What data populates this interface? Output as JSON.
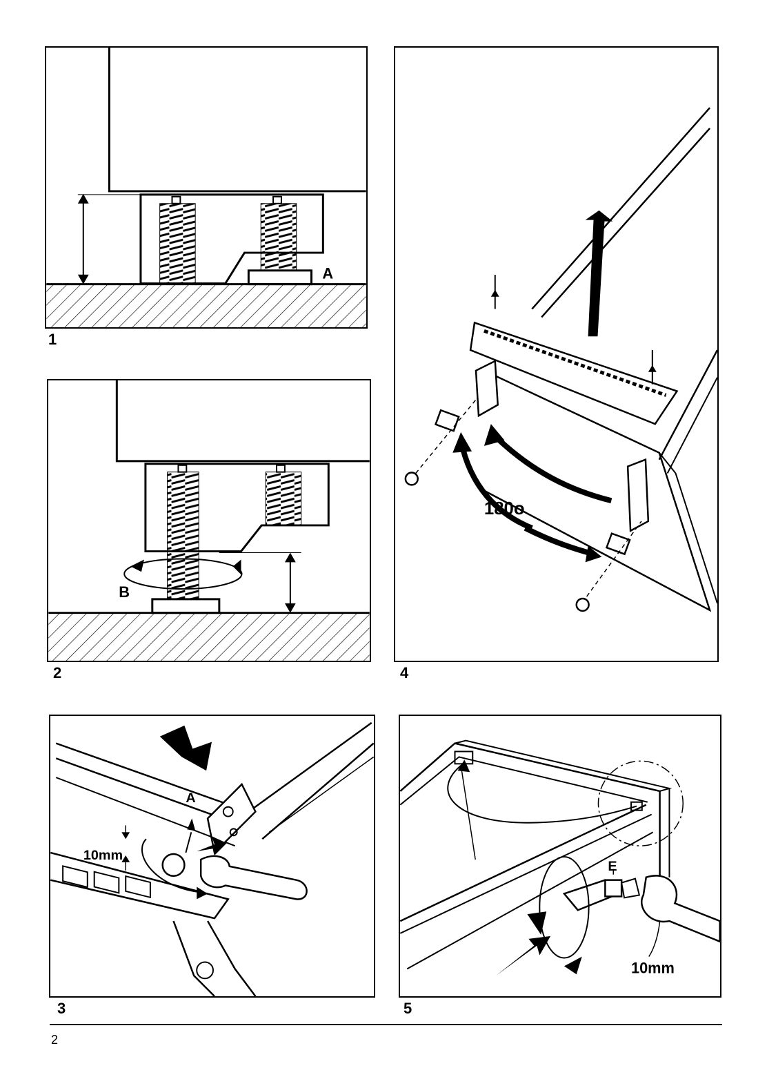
{
  "figures": [
    {
      "number": "1",
      "labels": {
        "a": "A"
      }
    },
    {
      "number": "2",
      "labels": {
        "b": "B"
      }
    },
    {
      "number": "3",
      "labels": {
        "a": "A",
        "gap": "10mm"
      }
    },
    {
      "number": "4",
      "labels": {
        "angle": "180o"
      }
    },
    {
      "number": "5",
      "labels": {
        "e": "E",
        "wrench": "10mm"
      }
    }
  ],
  "page_number": "2"
}
